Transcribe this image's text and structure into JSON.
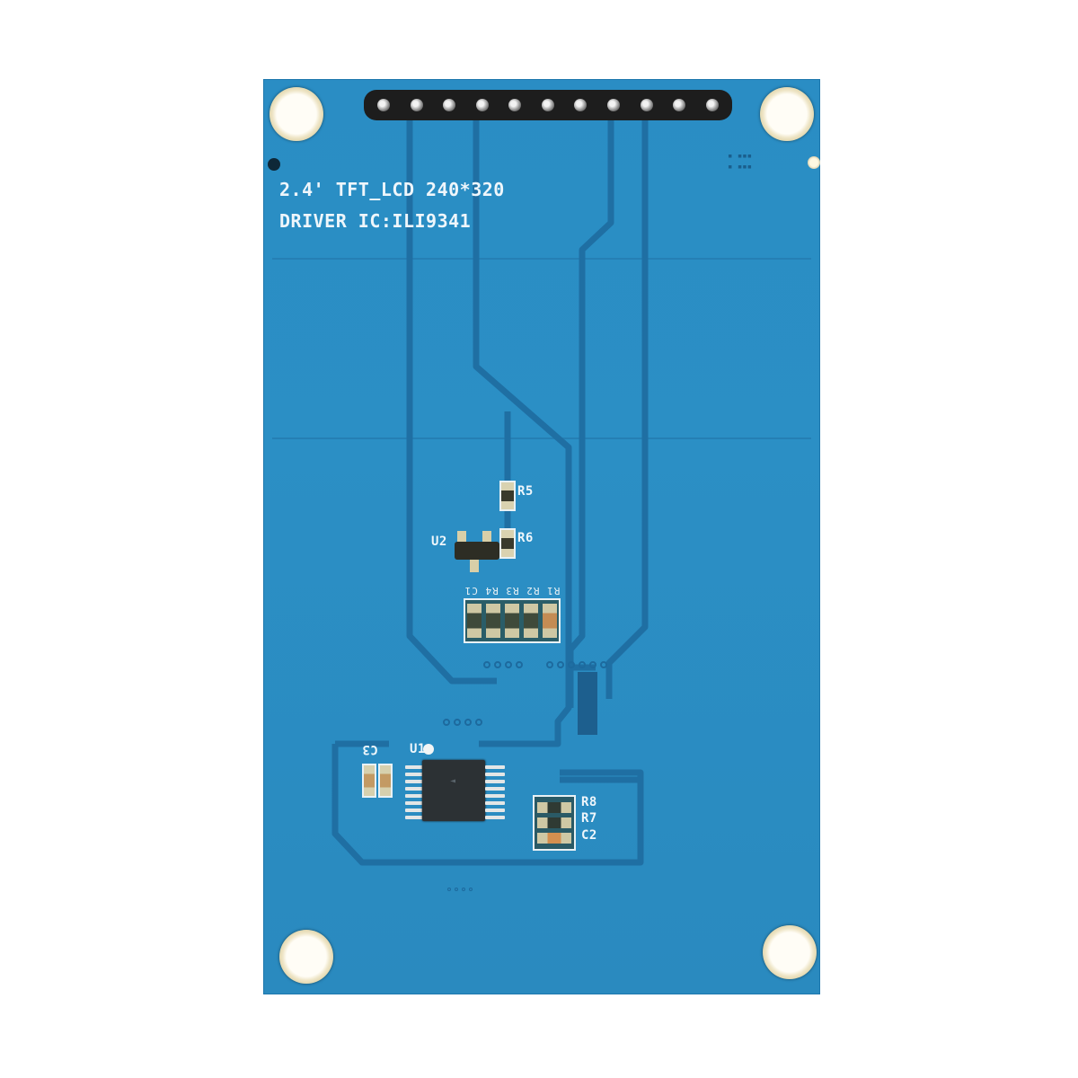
{
  "image": {
    "subject": "Back side of a 2.4 inch TFT LCD module PCB",
    "board_color": "#2a8dc4",
    "trace_color": "#1f6fa3",
    "silkscreen_color": "#eef6fb",
    "header_pin_count": 11
  },
  "silkscreen": {
    "title": "2.4' TFT_LCD 240*320",
    "driver": "DRIVER IC:ILI9341",
    "u2": "U2",
    "u1": "U1",
    "r5": "R5",
    "r6": "R6",
    "r8": "R8",
    "r7": "R7",
    "c2": "C2",
    "c3": "C3",
    "array_labels": "R1 R2 R3 R4 C1"
  }
}
